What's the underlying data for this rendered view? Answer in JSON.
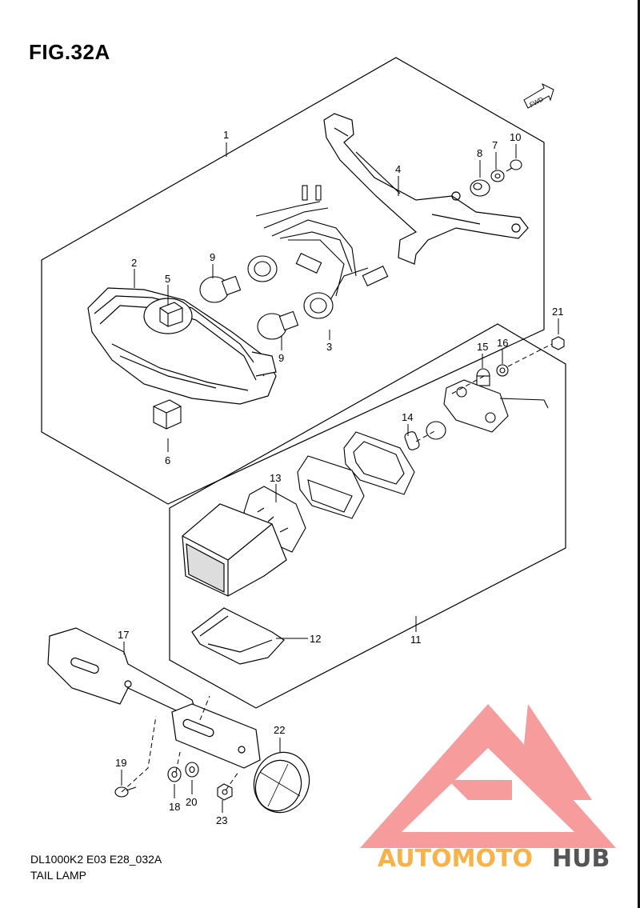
{
  "figure": {
    "title": "FIG.32A",
    "code": "DL1000K2 E03 E28_032A",
    "name": "TAIL LAMP",
    "fwd_label": "FWD"
  },
  "callouts": [
    {
      "id": "1",
      "label": "1"
    },
    {
      "id": "2",
      "label": "2"
    },
    {
      "id": "3",
      "label": "3"
    },
    {
      "id": "4",
      "label": "4"
    },
    {
      "id": "5",
      "label": "5"
    },
    {
      "id": "6",
      "label": "6"
    },
    {
      "id": "7",
      "label": "7"
    },
    {
      "id": "8",
      "label": "8"
    },
    {
      "id": "9a",
      "label": "9"
    },
    {
      "id": "9b",
      "label": "9"
    },
    {
      "id": "10",
      "label": "10"
    },
    {
      "id": "11",
      "label": "11"
    },
    {
      "id": "12",
      "label": "12"
    },
    {
      "id": "13",
      "label": "13"
    },
    {
      "id": "14",
      "label": "14"
    },
    {
      "id": "15",
      "label": "15"
    },
    {
      "id": "16",
      "label": "16"
    },
    {
      "id": "17",
      "label": "17"
    },
    {
      "id": "18",
      "label": "18"
    },
    {
      "id": "19",
      "label": "19"
    },
    {
      "id": "20",
      "label": "20"
    },
    {
      "id": "21",
      "label": "21"
    },
    {
      "id": "22",
      "label": "22"
    },
    {
      "id": "23",
      "label": "23"
    }
  ],
  "watermark": {
    "text_part1": "AUTOMOTO",
    "text_part2": "HUB",
    "color_primary": "#f47c7c",
    "color_secondary": "#f7b24a",
    "color_dark": "#555555"
  }
}
